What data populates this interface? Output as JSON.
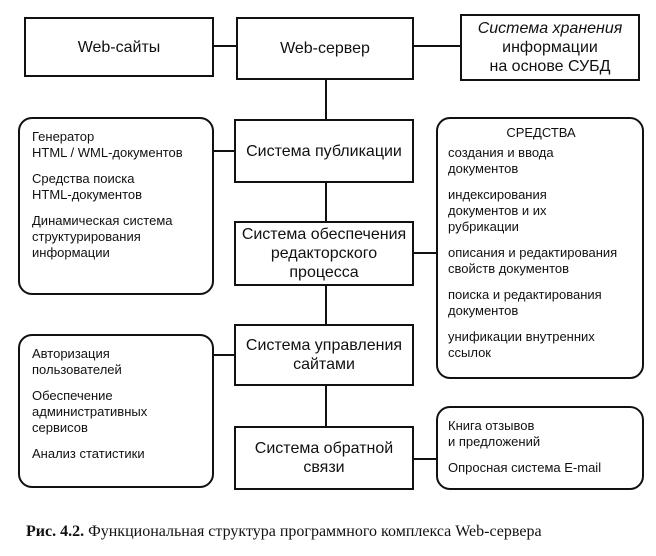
{
  "top_row": {
    "web_sites": "Web-сайты",
    "web_server": "Web-сервер",
    "storage_line1": "Система хранения",
    "storage_line2": "информации",
    "storage_line3": "на основе СУБД"
  },
  "center_column": {
    "publishing": "Система публикации",
    "editorial_line1": "Система обеспечения",
    "editorial_line2": "редакторского",
    "editorial_line3": "процесса",
    "site_mgmt_line1": "Система управления",
    "site_mgmt_line2": "сайтами",
    "feedback_line1": "Система обратной",
    "feedback_line2": "связи"
  },
  "left_publishing_box": {
    "items": [
      [
        "Генератор",
        "HTML / WML-документов"
      ],
      [
        "Средства поиска",
        "HTML-документов"
      ],
      [
        "Динамическая система",
        "структурирования",
        "информации"
      ]
    ]
  },
  "left_mgmt_box": {
    "items": [
      [
        "Авторизация",
        "пользователей"
      ],
      [
        "Обеспечение",
        "административных",
        "сервисов"
      ],
      [
        "Анализ статистики"
      ]
    ]
  },
  "right_tools_box": {
    "heading": "СРЕДСТВА",
    "items": [
      [
        "создания и ввода",
        "документов"
      ],
      [
        "индексирования",
        "документов и их",
        "рубрикации"
      ],
      [
        "описания и редактирования",
        "свойств документов"
      ],
      [
        "поиска и редактирования",
        "документов"
      ],
      [
        "унификации внутренних",
        "ссылок"
      ]
    ]
  },
  "right_feedback_box": {
    "items": [
      [
        "Книга отзывов",
        "и предложений"
      ],
      [
        "Опросная система E-mail"
      ]
    ]
  },
  "caption": {
    "label": "Рис. 4.2.",
    "text": " Функциональная структура программного комплекса Web-сервера"
  }
}
